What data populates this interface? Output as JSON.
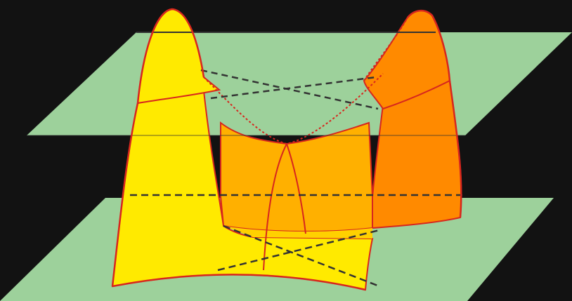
{
  "diagram": {
    "colors": {
      "background": "#121212",
      "plane": "#9dd19b",
      "surface_light": "#ffea00",
      "surface_mid": "#ffb000",
      "surface_dark": "#ff8a00",
      "outline": "#d7261e",
      "dash": "#333333"
    },
    "planes": 2,
    "peaks": 2,
    "pieces": [
      "upper-plane",
      "lower-plane",
      "left-peak",
      "right-peak",
      "left-body",
      "middle-body",
      "right-body",
      "saddle-lower-yellow"
    ]
  }
}
